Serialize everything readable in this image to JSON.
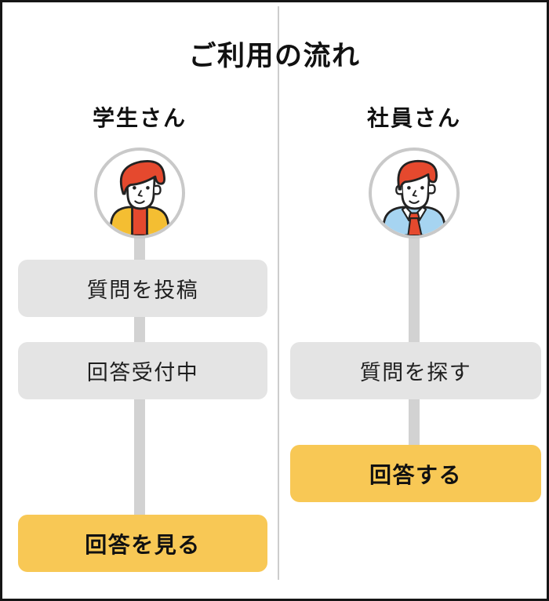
{
  "title": "ご利用の流れ",
  "columns": [
    {
      "id": "student",
      "header": "学生さん",
      "avatar": "student-avatar",
      "steps": [
        {
          "label": "質問を投稿",
          "style": "gray"
        },
        {
          "label": "回答受付中",
          "style": "gray"
        },
        {
          "label": "回答を見る",
          "style": "yellow"
        }
      ]
    },
    {
      "id": "employee",
      "header": "社員さん",
      "avatar": "employee-avatar",
      "steps": [
        {
          "label": "質問を探す",
          "style": "gray"
        },
        {
          "label": "回答する",
          "style": "yellow"
        }
      ]
    }
  ],
  "colors": {
    "accent_yellow": "#F8C855",
    "step_gray": "#E4E4E4",
    "connector_gray": "#D2D2D2",
    "divider_gray": "#CDCDCD",
    "frame_border": "#161616",
    "text": "#1A1A1A",
    "illustration_red": "#E5492E",
    "student_shirt_yellow": "#F4BE32",
    "employee_shirt_blue": "#A6D4F1",
    "avatar_ring_gray": "#C9C9C9"
  }
}
